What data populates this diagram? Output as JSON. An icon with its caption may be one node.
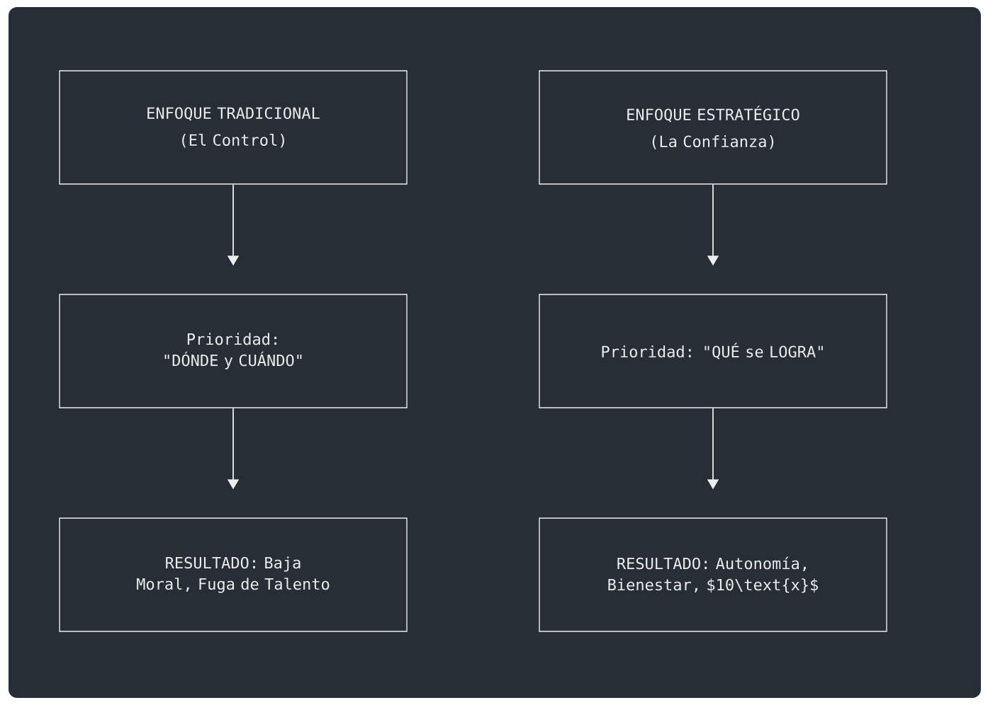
{
  "diagram": {
    "nodes": [
      {
        "text": [
          "ENFOQUE TRADICIONAL",
          "(El Control)"
        ]
      },
      {
        "text": [
          "ENFOQUE ESTRATÉGICO",
          "(La Confianza)"
        ]
      },
      {
        "text": [
          "Prioridad: \"DÓNDE y CUÁNDO\""
        ]
      },
      {
        "text": [
          "Prioridad: \"QUÉ se LOGRA\""
        ]
      },
      {
        "text": [
          "RESULTADO: Baja Moral, Fuga de Talento"
        ]
      },
      {
        "text": [
          "RESULTADO: Autonomía, Bienestar, $10\\text{x}$"
        ]
      }
    ],
    "edges": [
      {
        "from": 0,
        "to": 2,
        "arrow": "to"
      },
      {
        "from": 2,
        "to": 4,
        "arrow": "to"
      },
      {
        "from": 1,
        "to": 3,
        "arrow": "to"
      },
      {
        "from": 3,
        "to": 5,
        "arrow": "to"
      }
    ]
  }
}
